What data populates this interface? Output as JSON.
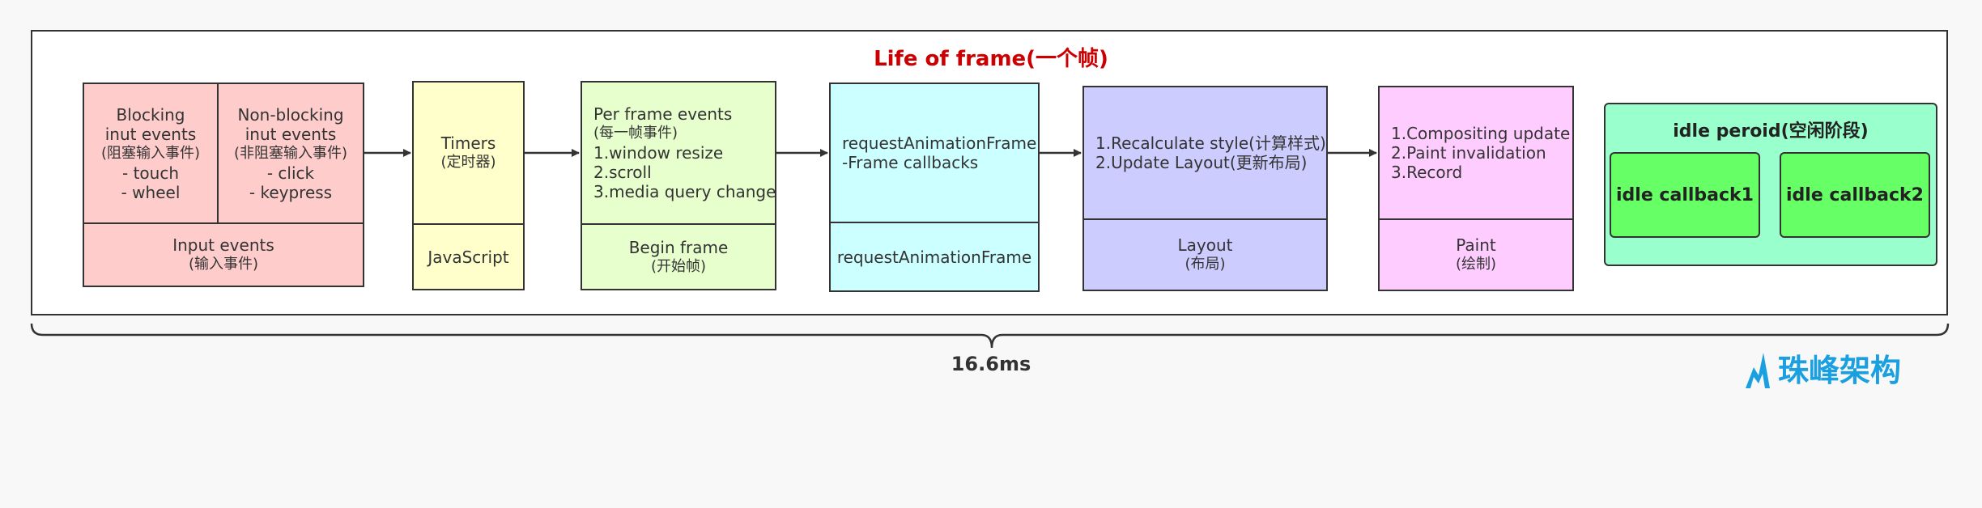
{
  "title": "Life of frame(一个帧)",
  "stages": {
    "input": {
      "blocking": {
        "lines": [
          "Blocking",
          "inut events"
        ],
        "note": "(阻塞输入事件)",
        "items": [
          "- touch",
          "- wheel"
        ]
      },
      "nonblocking": {
        "lines": [
          "Non-blocking",
          "inut events"
        ],
        "note": "(非阻塞输入事件)",
        "items": [
          "- click",
          "- keypress"
        ]
      },
      "label": "Input events",
      "label_cn": "(输入事件)",
      "color": "#ffcccc"
    },
    "timers": {
      "top": "Timers",
      "top_cn": "(定时器)",
      "label": "JavaScript",
      "color": "#ffffcc"
    },
    "begin_frame": {
      "lines": [
        "Per frame events",
        "(每一帧事件)",
        "1.window resize",
        "2.scroll",
        "3.media query change"
      ],
      "label": "Begin frame",
      "label_cn": "(开始帧)",
      "color": "#e6ffcc"
    },
    "raf": {
      "lines": [
        "requestAnimationFrame",
        "-Frame callbacks"
      ],
      "label": "requestAnimationFrame",
      "color": "#ccffff"
    },
    "layout": {
      "lines": [
        "1.Recalculate style(计算样式)",
        "2.Update Layout(更新布局)"
      ],
      "label": "Layout",
      "label_cn": "(布局)",
      "color": "#ccccff"
    },
    "paint": {
      "lines": [
        "1.Compositing update",
        "2.Paint invalidation",
        "3.Record"
      ],
      "label": "Paint",
      "label_cn": "(绘制)",
      "color": "#ffccff"
    }
  },
  "idle": {
    "title": "idle peroid(空闲阶段)",
    "callbacks": [
      "idle callback1",
      "idle callback2"
    ]
  },
  "duration": "16.6ms",
  "watermark": {
    "text": "珠峰架构",
    "color": "#1a9fe0"
  }
}
